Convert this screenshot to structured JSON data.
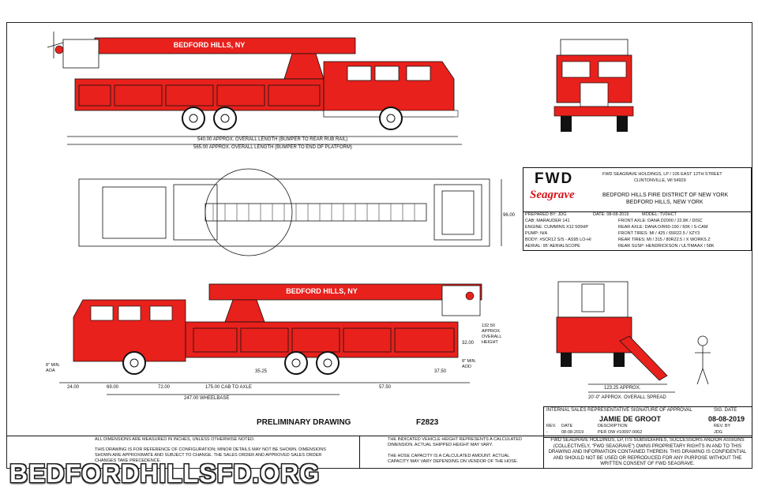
{
  "truck": {
    "side_banner": "BEDFORD HILLS, NY",
    "side_banner_2": "BEDFORD HILLS, NY",
    "dim_overall_length": "540.00 APPROX. OVERALL LENGTH (BUMPER TO REAR RUB RAIL)",
    "dim_overall_length_platform": "565.00 APPROX. OVERALL LENGTH (BUMPER TO END OF PLATFORM)",
    "dim_width": "96.00",
    "dim_height": "132.50 APPROX. OVERALL HEIGHT",
    "dim_aoa": "8\" MIN. AOA",
    "dim_aod": "8\" MIN. AOD",
    "dim_24": "24.00",
    "dim_69": "69.00",
    "dim_72": "72.00",
    "dim_cab_axle": "175.00 CAB TO AXLE",
    "dim_wheelbase": "247.00 WHEELBASE",
    "dim_3525": "35.25",
    "dim_5750": "57.50",
    "dim_3750": "37.50",
    "dim_32": "32.00",
    "dim_spread_1": "123.25 APPROX.",
    "dim_spread_2": "20'-0\" APPROX. OVERALL SPREAD"
  },
  "title_block": {
    "logo_fwd": "FWD",
    "logo_seagrave": "Seagrave",
    "company_line1": "FWD SEAGRAVE HOLDINGS, LP / 105 EAST 12TH STREET",
    "company_line2": "CLINTONVILLE, WI 54929",
    "customer_line1": "BEDFORD HILLS FIRE DISTRICT OF NEW YORK",
    "customer_line2": "BEDFORD HILLS, NEW YORK",
    "specs": [
      [
        "PREPARED BY: JDG",
        "DATE: 08-08-2019",
        "MODEL: TV0HCT"
      ],
      [
        "CAB: MARAUDER 141",
        "FRONT AXLE: DANA D2000 / 22.8K / DISC",
        ""
      ],
      [
        "ENGINE: CUMMINS X12 500HP",
        "REAR AXLE: DANA D/R60-190 / 60K / S-CAM",
        ""
      ],
      [
        "PUMP: N/A",
        "FRONT TIRES: MI / 425 / 65R22.5 / XZY3",
        ""
      ],
      [
        "BODY: #SCR12 S/S - AS95 LO-HI",
        "REAR TIRES: MI / 315 / 80R22.5 / X WORKS Z",
        ""
      ],
      [
        "AERIAL: 95' AERIALSCOPE",
        "REAR SUSP: HENDRICKSON / ULTIMAAX / 58K",
        ""
      ]
    ]
  },
  "footer": {
    "preliminary": "PRELIMINARY DRAWING",
    "drawing_no": "F2823",
    "sig_header_left": "INTERNAL SALES REPRESENTATIVE SIGNATURE OF APPROVAL",
    "sig_header_right": "SIG. DATE",
    "sig_name": "JAMIE DE GROOT",
    "sig_date": "08-08-2019",
    "rev_headers": [
      "REV.",
      "DATE",
      "DESCRIPTION",
      "REV. BY"
    ],
    "rev_row": [
      "-",
      "08-08-2019",
      "PER OW #10097-0062",
      "JDG"
    ],
    "note_left_1": "ALL DIMENSIONS ARE MEASURED IN INCHES, UNLESS OTHERWISE NOTED.",
    "note_left_2": "THIS DRAWING IS FOR REFERENCE OF CONFIGURATION; MINOR DETAILS MAY NOT BE SHOWN. DIMENSIONS SHOWN ARE APPROXIMATE AND SUBJECT TO CHANGE. THE SALES ORDER AND APPROVED SALES ORDER CHANGES TAKE PRECEDENCE.",
    "note_mid_1": "THE INDICATED VEHICLE HEIGHT REPRESENTS A CALCULATED DIMENSION. ACTUAL SHIPPED HEIGHT MAY VARY.",
    "note_mid_2": "THE HOSE CAPACITY IS A CALCULATED AMOUNT. ACTUAL CAPACITY MAY VARY DEPENDING ON VENDOR OF THE HOSE.",
    "note_right": "FWD SEAGRAVE HOLDINGS, LP, ITS SUBSIDIARIES, SUCCESSORS AND/OR ASSIGNS (COLLECTIVELY, \"FWD SEAGRAVE\") OWNS PROPRIETARY RIGHTS IN AND TO THIS DRAWING AND INFORMATION CONTAINED THEREIN. THIS DRAWING IS CONFIDENTIAL AND SHOULD NOT BE USED OR REPRODUCED FOR ANY PURPOSE WITHOUT THE WRITTEN CONSENT OF FWD SEAGRAVE."
  },
  "watermark": "BEDFORDHILLSFD.ORG",
  "colors": {
    "apparatus_red": "#e8211c",
    "seagrave_red": "#d8141a"
  }
}
